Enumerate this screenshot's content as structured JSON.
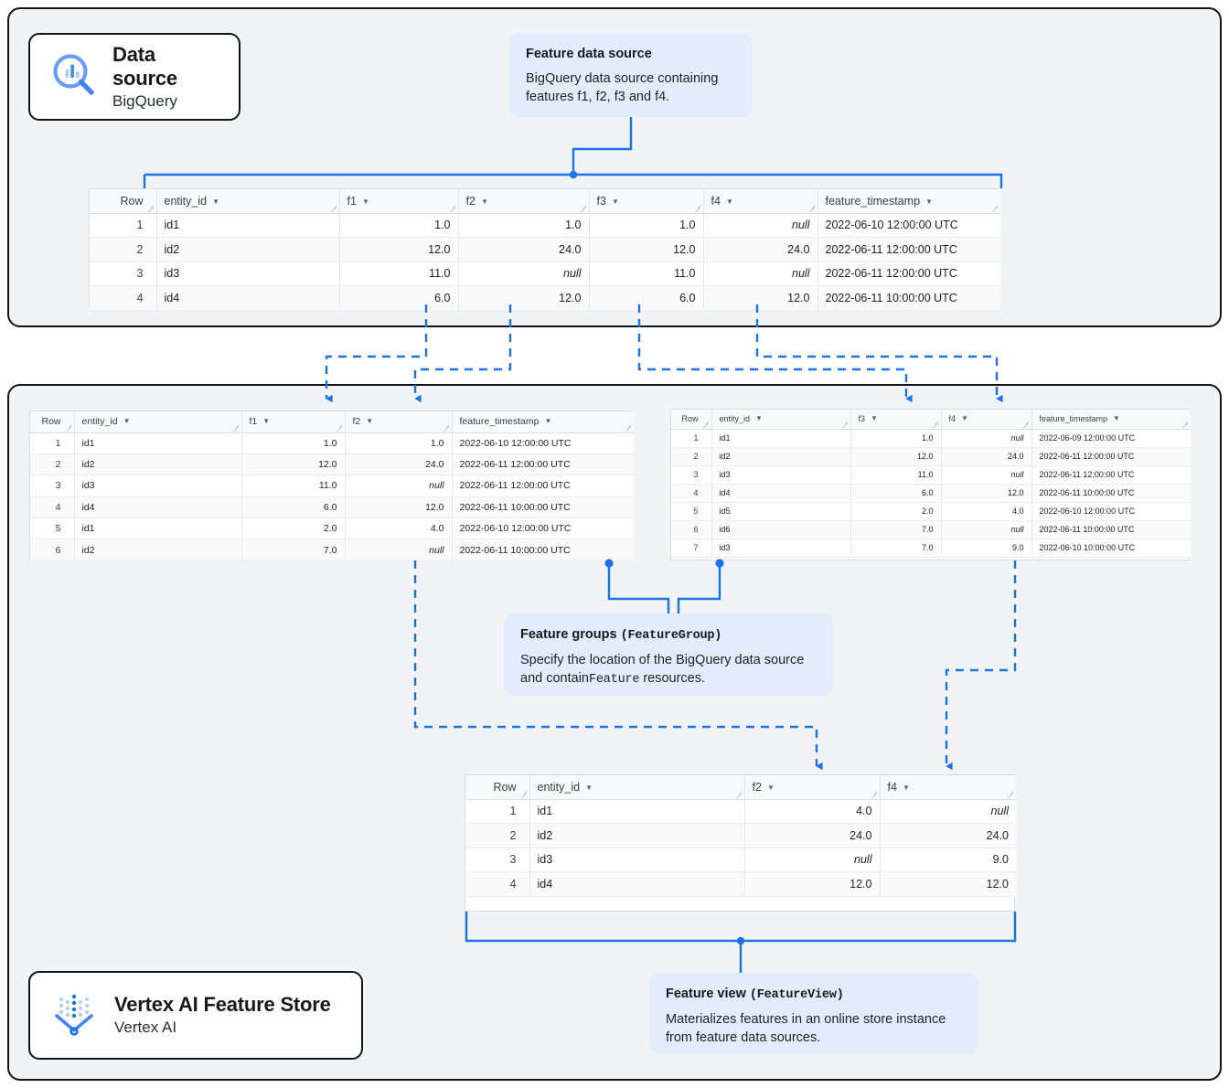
{
  "colors": {
    "accent": "#1a73e8",
    "callout_bg": "#e3ecfd",
    "panel_bg": "#f1f3f4",
    "panel_border": "#111418",
    "null_text": "#80868b"
  },
  "badges": {
    "data_source": {
      "title": "Data source",
      "subtitle": "BigQuery",
      "icon": "bigquery-magnifier-icon"
    },
    "feature_store": {
      "title": "Vertex AI Feature Store",
      "subtitle": "Vertex AI",
      "icon": "vertex-ai-funnel-icon"
    }
  },
  "callouts": {
    "feature_data_source": {
      "title": "Feature data source",
      "body": "BigQuery data source containing features f1, f2, f3 and f4."
    },
    "feature_groups": {
      "title_plain": "Feature groups ",
      "title_code": "(FeatureGroup)",
      "body_part1": "Specify the location of the BigQuery data source and contain",
      "body_code": "Feature",
      "body_part2": " resources."
    },
    "feature_view": {
      "title_plain": "Feature view ",
      "title_code": "(FeatureView)",
      "body": "Materializes features in an online store instance from feature data sources."
    }
  },
  "tables": {
    "source": {
      "name": "source-table",
      "columns": [
        "Row",
        "entity_id",
        "f1",
        "f2",
        "f3",
        "f4",
        "feature_timestamp"
      ],
      "rows": [
        [
          "1",
          "id1",
          "1.0",
          "1.0",
          "1.0",
          "null",
          "2022-06-10 12:00:00 UTC"
        ],
        [
          "2",
          "id2",
          "12.0",
          "24.0",
          "12.0",
          "24.0",
          "2022-06-11 12:00:00 UTC"
        ],
        [
          "3",
          "id3",
          "11.0",
          "null",
          "11.0",
          "null",
          "2022-06-11 12:00:00 UTC"
        ],
        [
          "4",
          "id4",
          "6.0",
          "12.0",
          "6.0",
          "12.0",
          "2022-06-11 10:00:00 UTC"
        ]
      ]
    },
    "group_left": {
      "name": "feature-group-left-table",
      "columns": [
        "Row",
        "entity_id",
        "f1",
        "f2",
        "feature_timestamp"
      ],
      "rows": [
        [
          "1",
          "id1",
          "1.0",
          "1.0",
          "2022-06-10 12:00:00 UTC"
        ],
        [
          "2",
          "id2",
          "12.0",
          "24.0",
          "2022-06-11 12:00:00 UTC"
        ],
        [
          "3",
          "id3",
          "11.0",
          "null",
          "2022-06-11 12:00:00 UTC"
        ],
        [
          "4",
          "id4",
          "6.0",
          "12.0",
          "2022-06-11 10:00:00 UTC"
        ],
        [
          "5",
          "id1",
          "2.0",
          "4.0",
          "2022-06-10 12:00:00 UTC"
        ],
        [
          "6",
          "id2",
          "7.0",
          "null",
          "2022-06-11 10:00:00 UTC"
        ]
      ]
    },
    "group_right": {
      "name": "feature-group-right-table",
      "columns": [
        "Row",
        "entity_id",
        "f3",
        "f4",
        "feature_timestamp"
      ],
      "rows": [
        [
          "1",
          "id1",
          "1.0",
          "null",
          "2022-06-09 12:00:00 UTC"
        ],
        [
          "2",
          "id2",
          "12.0",
          "24.0",
          "2022-06-11 12:00:00 UTC"
        ],
        [
          "3",
          "id3",
          "11.0",
          "null",
          "2022-06-11 12:00:00 UTC"
        ],
        [
          "4",
          "id4",
          "6.0",
          "12.0",
          "2022-06-11 10:00:00 UTC"
        ],
        [
          "5",
          "id5",
          "2.0",
          "4.0",
          "2022-06-10 12:00:00 UTC"
        ],
        [
          "6",
          "id6",
          "7.0",
          "null",
          "2022-06-11 10:00:00 UTC"
        ],
        [
          "7",
          "id3",
          "7.0",
          "9.0",
          "2022-06-10 10:00:00 UTC"
        ]
      ]
    },
    "view": {
      "name": "feature-view-table",
      "columns": [
        "Row",
        "entity_id",
        "f2",
        "f4"
      ],
      "rows": [
        [
          "1",
          "id1",
          "4.0",
          "null"
        ],
        [
          "2",
          "id2",
          "24.0",
          "24.0"
        ],
        [
          "3",
          "id3",
          "null",
          "9.0"
        ],
        [
          "4",
          "id4",
          "12.0",
          "12.0"
        ]
      ]
    }
  }
}
